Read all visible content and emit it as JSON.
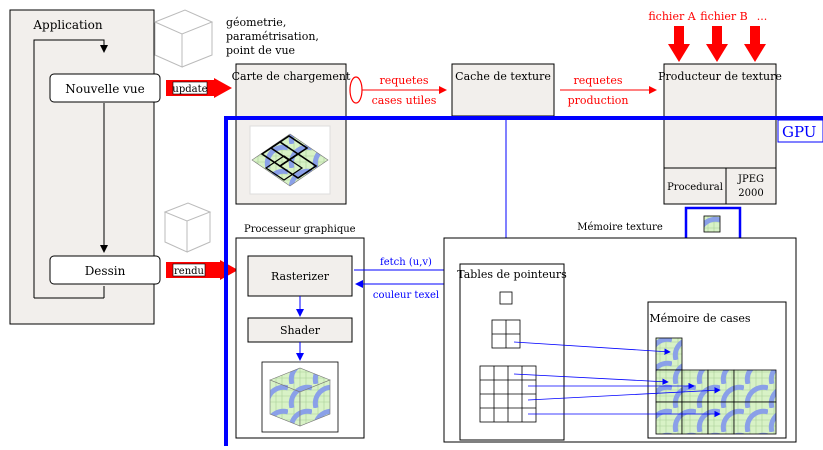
{
  "application": {
    "title": "Application",
    "nouvelle_vue": "Nouvelle vue",
    "dessin": "Dessin"
  },
  "cube_note": {
    "line1": "géometrie,",
    "line2": "paramétrisation,",
    "line3": "point de vue"
  },
  "tags": {
    "update": "update",
    "rendu": "rendu"
  },
  "carte": {
    "title": "Carte de chargement"
  },
  "requetes_cases": {
    "line1": "requetes",
    "line2": "cases utiles"
  },
  "cache": {
    "title": "Cache de texture"
  },
  "requetes_production": {
    "line1": "requetes",
    "line2": "production"
  },
  "producteur": {
    "title": "Producteur de texture",
    "procedural": "Procedural",
    "jpeg_line1": "JPEG",
    "jpeg_line2": "2000"
  },
  "files": [
    "fichier A",
    "fichier B",
    "..."
  ],
  "gpu_label": "GPU",
  "processeur": {
    "title": "Processeur graphique",
    "rasterizer": "Rasterizer",
    "shader": "Shader"
  },
  "memoire_texture": {
    "title": "Mémoire texture",
    "tables": "Tables de pointeurs",
    "memoire_cases": "Mémoire de cases"
  },
  "links": {
    "fetch": "fetch (u,v)",
    "couleur": "couleur texel"
  },
  "colors": {
    "red": "#ff0000",
    "blue": "#0000ff",
    "panel": "#f2efec",
    "tile_green": "#d8f2c6",
    "tile_blue": "#8aa0e8"
  }
}
